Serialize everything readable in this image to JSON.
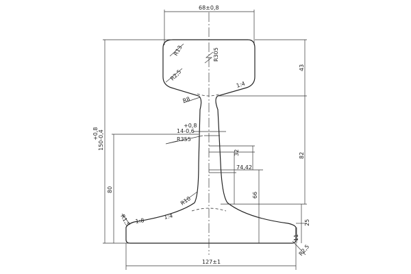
{
  "drawing": {
    "colors": {
      "line": "#222222",
      "background": "#ffffff"
    },
    "dimensions": {
      "head_width": "68±0,8",
      "base_width": "127±1",
      "total_height_tol": "+0,8",
      "total_height": "150-0,4",
      "head_height": "43",
      "web_to_base": "82",
      "base_part": "80",
      "base_edge": "25",
      "base_tip": "11",
      "web_mid": "66",
      "web_width_tol": "+0,8",
      "web_width": "14-0,6",
      "web_dim_32": "32",
      "web_dim_7442": "74,42"
    },
    "radii": {
      "r13": "R13",
      "r305": "R305",
      "r25_head": "R2,5",
      "r8": "R8",
      "r355": "R355",
      "r10": "R10",
      "r15": "R1,5",
      "r25_base": "R2,5"
    },
    "slopes": {
      "head_right": "1:4",
      "base_left_outer": "1:8",
      "base_left_inner": "1:4"
    }
  }
}
